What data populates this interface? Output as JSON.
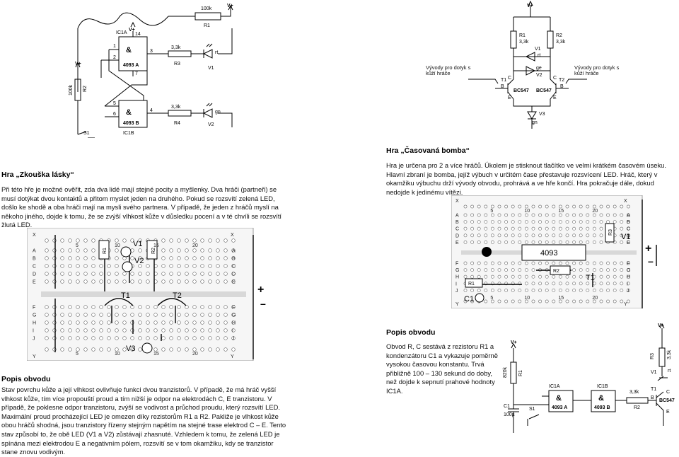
{
  "left_game": {
    "title": "Hra „Zkouška lásky“",
    "description": "Při této hře je možné ověřit, zda dva lidé mají stejné pocity a myšlenky. Dva hráči (partneři) se musí dotýkat dvou kontaktů a přitom myslet jeden na druhého. Pokud se rozsvítí zelená LED, došlo ke shodě a oba hráči mají na mysli svého partnera. V případě, že jeden z hráčů myslí na někoho jiného, dojde k tomu, že se zvýší vlhkost kůže v důsledku pocení a v té chvíli se rozsvítí žlutá LED.",
    "popis_title": "Popis obvodu",
    "popis_text": "Stav povrchu kůže a její vlhkost ovlivňuje funkci dvou tranzistorů. V případě, že má hráč vyšší vlhkost kůže, tím více propouští proud a tím nižší je odpor na elektrodách C, E tranzistoru. V případě, že poklesne odpor tranzistoru, zvýší se vodivost a průchod proudu, který rozsvítí LED. Maximální proud procházející LED je omezen díky rezistorům R1 a R2. Pakliže je vlhkost kůže obou hráčů shodná, jsou tranzistory řízeny stejným napětím na stejné trase elektrod C – E. Tento stav způsobí to, že obě LED (V1 a V2) zůstávají zhasnuté. Vzhledem k tomu, že zelená LED je spínána mezi elektrodou E a negativním pólem, rozsvítí se v tom okamžiku, kdy se tranzistor stane znovu vodivým."
  },
  "right_game": {
    "title": "Hra „Časovaná bomba“",
    "description": "Hra je určena pro 2 a více hráčů. Úkolem je stisknout tlačítko ve velmi krátkém časovém úseku. Hlavní zbraní je bomba, jejíž výbuch v určitém čase přestavuje rozsvícení LED. Hráč, který v okamžiku výbuchu drží vývody obvodu, prohrává a ve hře končí. Hra pokračuje dále, dokud nedojde k jedinému vítězi.",
    "popis_title": "Popis obvodu",
    "popis_text": "Obvod R, C sestává z rezistoru R1 a kondenzátoru C1 a vykazuje poměrně vysokou časovou konstantu. Trvá přibližně 100 – 130 sekund do doby, než dojde k sepnutí prahové hodnoty IC1A."
  },
  "schematic_top_left": {
    "supply": "V+",
    "r_feedback": "100k",
    "r_feedback_name": "R1",
    "gate_a_symbol": "&",
    "gate_a_name": "4093 A",
    "gate_a_ref": "IC1A",
    "gate_b_symbol": "&",
    "gate_b_name": "4093 B",
    "gate_b_ref": "IC1B",
    "pin_1": "1",
    "pin_2": "2",
    "pin_3": "3",
    "pin_4": "4",
    "pin_5": "5",
    "pin_6": "6",
    "pin_7": "7",
    "pin_14": "14",
    "r3_value": "3,3k",
    "r3_name": "R3",
    "r4_value": "3,3k",
    "r4_name": "R4",
    "led1_color": "rt",
    "led1_name": "V1",
    "led2_color": "gn",
    "led2_name": "V2",
    "r2_value": "100k",
    "r2_name": "R2",
    "switch_name": "S1"
  },
  "schematic_top_right": {
    "supply": "V+",
    "r1_name": "R1",
    "r1_value": "3,3k",
    "r2_name": "R2",
    "r2_value": "3,3k",
    "v1_name": "V1",
    "v1_color": "rt",
    "v2_name": "V2",
    "v2_color": "ge",
    "v3_name": "V3",
    "v3_color": "gn",
    "t1_name": "T1",
    "t1_type": "BC547",
    "t2_name": "T2",
    "t2_type": "BC547",
    "pin_b": "B",
    "pin_c": "C",
    "pin_e": "E",
    "touch_left": "Vývody pro dotyk s kůží hráče",
    "touch_right": "Vývody pro dotyk s kůží hráče"
  },
  "breadboard_left": {
    "x": "X",
    "y": "Y",
    "rows_top": [
      "A",
      "B",
      "C",
      "D",
      "E"
    ],
    "rows_bottom": [
      "F",
      "G",
      "H",
      "I",
      "J"
    ],
    "cols": [
      "5",
      "10",
      "15",
      "20"
    ],
    "r1": "R1",
    "r2": "R2",
    "v1": "V1",
    "v2": "V2",
    "v3": "V3",
    "t1": "T1",
    "t2": "T2",
    "plus": "+",
    "minus": "–"
  },
  "breadboard_right": {
    "x": "X",
    "y": "Y",
    "rows_top": [
      "A",
      "B",
      "C",
      "D",
      "E"
    ],
    "rows_bottom": [
      "F",
      "G",
      "H",
      "I",
      "J"
    ],
    "cols": [
      "5",
      "10",
      "15",
      "20"
    ],
    "chip": "4093",
    "r1": "R1",
    "r2": "R2",
    "r3": "R3",
    "v1": "V1",
    "c1": "C1",
    "t1": "T1",
    "plus": "+",
    "minus": "–"
  },
  "schematic_bottom_right": {
    "supply": "V+",
    "r1_value": "820k",
    "r1_name": "R1",
    "c1_name": "C1",
    "c1_value": "100µ",
    "s1_name": "S1",
    "ic1a_ref": "IC1A",
    "ic1a_name": "4093 A",
    "ic1b_ref": "IC1B",
    "ic1b_name": "4093 B",
    "gate_symbol": "&",
    "r2_value": "3,3k",
    "r2_name": "R2",
    "r3_value": "3,3k",
    "r3_name": "R3",
    "v1_name": "V1",
    "v1_color": "rt",
    "t1_name": "T1",
    "t1_type": "BC547",
    "pin_b": "B",
    "pin_c": "C",
    "pin_e": "E"
  }
}
